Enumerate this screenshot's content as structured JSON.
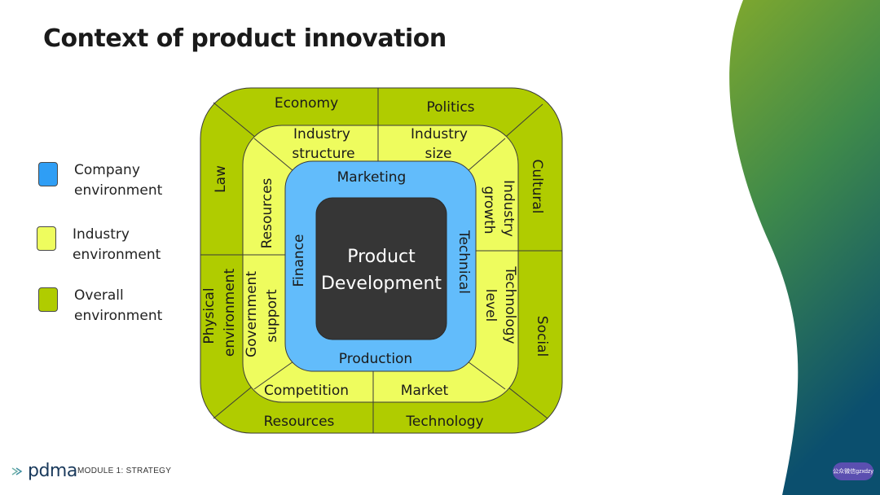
{
  "title": "Context of product innovation",
  "legend": [
    {
      "label": "Company\nenvironment",
      "color": "#2f9ef5"
    },
    {
      "label": "Industry\nenvironment",
      "color": "#eefc5e"
    },
    {
      "label": "Overall\nenvironment",
      "color": "#b0cc00"
    }
  ],
  "colors": {
    "overall": "#b0cc00",
    "industry": "#eefc5e",
    "company": "#62bcfb",
    "core": "#363636",
    "wave_top": "#7fa82e",
    "wave_bottom": "#0b4f6e"
  },
  "outer": {
    "economy": "Economy",
    "politics": "Politics",
    "law": "Law",
    "cultural": "Cultural",
    "physical_line1": "Physical",
    "physical_line2": "environment",
    "social": "Social",
    "resources": "Resources",
    "technology": "Technology"
  },
  "industry": {
    "structure_line1": "Industry",
    "structure_line2": "structure",
    "size_line1": "Industry",
    "size_line2": "size",
    "resources": "Resources",
    "growth_line1": "Industry",
    "growth_line2": "growth",
    "gov_line1": "Government",
    "gov_line2": "support",
    "tech_line1": "Technology",
    "tech_line2": "level",
    "competition": "Competition",
    "market": "Market"
  },
  "company": {
    "marketing": "Marketing",
    "finance": "Finance",
    "technical": "Technical",
    "production": "Production"
  },
  "core": {
    "line1": "Product",
    "line2": "Development"
  },
  "footer": {
    "logo": "pdma",
    "module": "MODULE 1:  STRATEGY",
    "badge": "公众微信gzxdzy"
  }
}
